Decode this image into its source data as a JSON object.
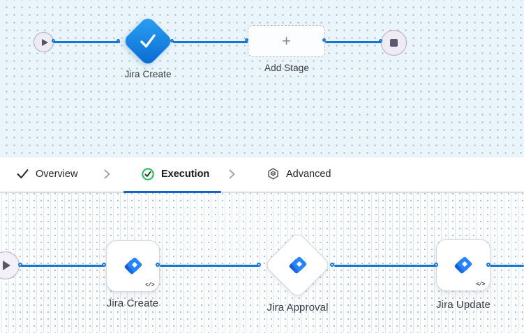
{
  "stage_canvas": {
    "stage_label": "Jira Create",
    "add_stage_label": "Add Stage",
    "add_stage_plus": "+"
  },
  "tab_bar": {
    "overview_label": "Overview",
    "execution_label": "Execution",
    "advanced_label": "Advanced"
  },
  "execution_canvas": {
    "steps": [
      {
        "label": "Jira Create",
        "type": "card",
        "badge": "</>"
      },
      {
        "label": "Jira Approval",
        "type": "diamond",
        "badge": ""
      },
      {
        "label": "Jira Update",
        "type": "card",
        "badge": "</>"
      }
    ]
  },
  "colors": {
    "connector_blue": "#1576d2",
    "stage_diamond_gradient_top": "#2aa0f1",
    "stage_diamond_gradient_bottom": "#0b6fd4",
    "active_tab_underline": "#1563c9",
    "success_green": "#2cb857",
    "jira_bright_blue": "#2684ff",
    "jira_dark_blue": "#0f52c4",
    "canvas_top_bg": "#e9f5fb",
    "canvas_bottom_bg": "#fdfdfe"
  }
}
